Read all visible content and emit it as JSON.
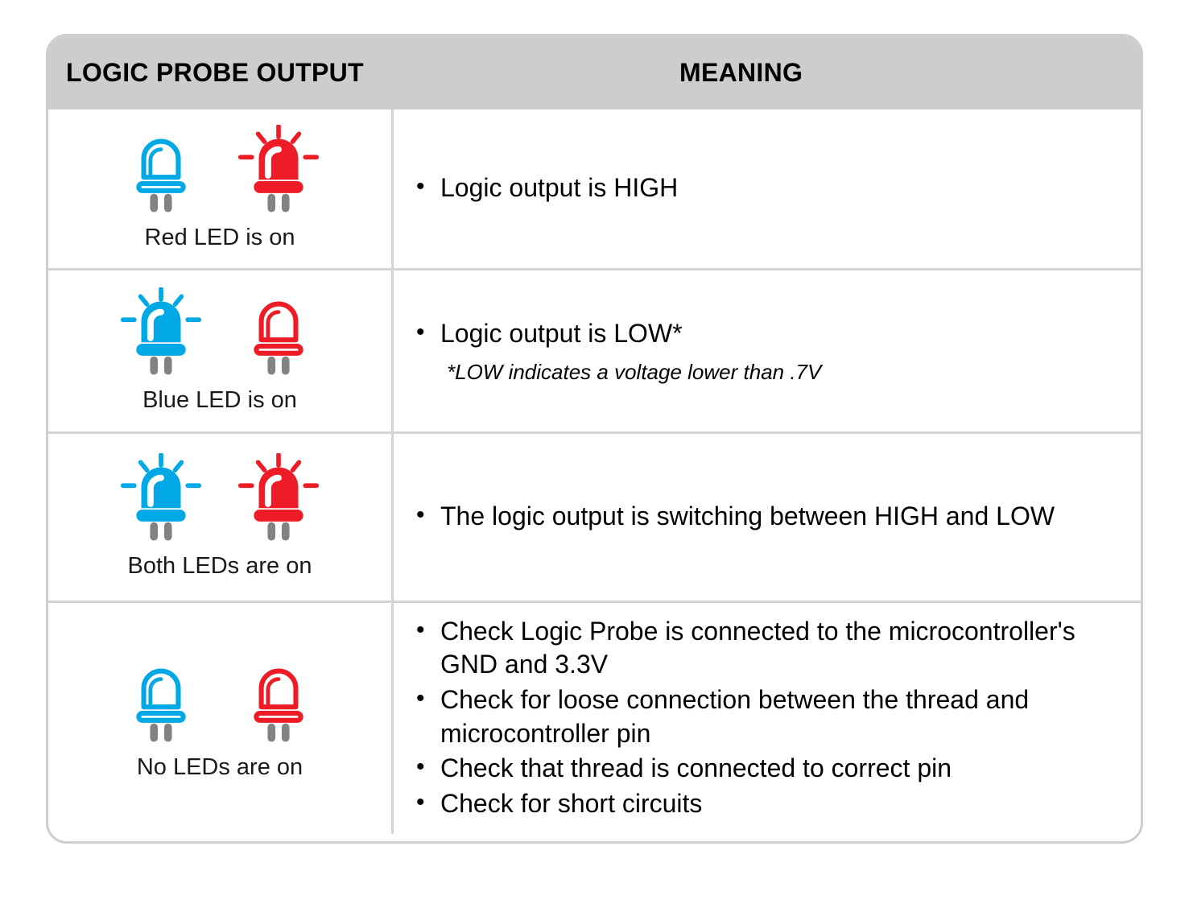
{
  "table": {
    "headers": {
      "left": "LOGIC PROBE OUTPUT",
      "right": "MEANING"
    },
    "colors": {
      "blue": "#00a8e6",
      "red": "#ed1c27",
      "leg_gray": "#808285",
      "border": "#cdcdcd",
      "header_bg": "#cdcdcd",
      "text": "#000000"
    },
    "rows": [
      {
        "id": "row-high",
        "leds": {
          "blue_on": false,
          "red_on": true
        },
        "caption": "Red LED is on",
        "bullets": [
          "Logic output is HIGH"
        ],
        "footnote": ""
      },
      {
        "id": "row-low",
        "leds": {
          "blue_on": true,
          "red_on": false
        },
        "caption": "Blue LED is on",
        "bullets": [
          "Logic output is LOW*"
        ],
        "footnote": "*LOW indicates a voltage lower than .7V"
      },
      {
        "id": "row-switching",
        "leds": {
          "blue_on": true,
          "red_on": true
        },
        "caption": "Both LEDs are on",
        "bullets": [
          "The logic output is switching between HIGH and LOW"
        ],
        "footnote": ""
      },
      {
        "id": "row-none",
        "leds": {
          "blue_on": false,
          "red_on": false
        },
        "caption": "No LEDs are on",
        "bullets": [
          "Check Logic Probe is connected to the microcontroller's GND and 3.3V",
          "Check for loose connection between the thread and microcontroller pin",
          "Check that thread is connected to correct pin",
          "Check for short circuits"
        ],
        "footnote": ""
      }
    ]
  }
}
